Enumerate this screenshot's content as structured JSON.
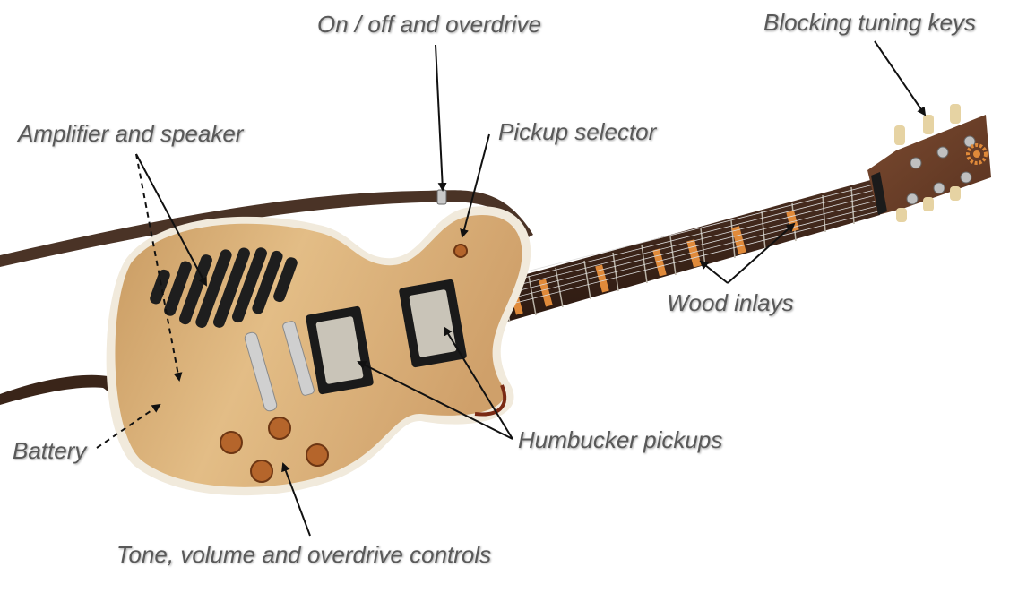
{
  "labels": {
    "on_off": "On / off and overdrive",
    "tuning_keys": "Blocking tuning keys",
    "amplifier": "Amplifier and speaker",
    "pickup_selector": "Pickup selector",
    "wood_inlays": "Wood inlays",
    "humbucker": "Humbucker pickups",
    "battery": "Battery",
    "controls": "Tone, volume and overdrive controls"
  },
  "colors": {
    "label_text": "#595959",
    "body_wood": "#d9b07a",
    "body_wood_dark": "#b98a52",
    "binding": "#f4efe4",
    "fretboard": "#3a2418",
    "inlay": "#e08a3a",
    "strap": "#4a3326",
    "knob": "#b5652b",
    "chrome": "#c9c9c9",
    "pickup_ring": "#1a1a1a",
    "arrow": "#111111"
  },
  "icons": {
    "tuning_peg": "tuning-peg-icon",
    "gear_inlay": "gear-inlay-icon"
  }
}
